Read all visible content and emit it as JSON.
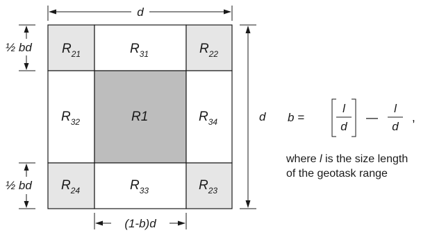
{
  "dimensions": {
    "top": "d",
    "right": "d",
    "bottom": "(1-b)d",
    "left_top": "½ bd",
    "left_bottom": "½ bd"
  },
  "regions": {
    "center": "R1",
    "corner_top_left": {
      "base": "R",
      "sub": "21"
    },
    "corner_top_right": {
      "base": "R",
      "sub": "22"
    },
    "corner_bottom_right": {
      "base": "R",
      "sub": "23"
    },
    "corner_bottom_left": {
      "base": "R",
      "sub": "24"
    },
    "edge_top": {
      "base": "R",
      "sub": "31"
    },
    "edge_left": {
      "base": "R",
      "sub": "32"
    },
    "edge_bottom": {
      "base": "R",
      "sub": "33"
    },
    "edge_right": {
      "base": "R",
      "sub": "34"
    }
  },
  "formula": {
    "lhs": "b =",
    "num": "l",
    "den": "d",
    "minus": "—",
    "comma": ","
  },
  "note": {
    "prefix": "where ",
    "var": "l",
    "line1_rest": " is the size length",
    "line2": "of the geotask range"
  },
  "colors": {
    "corner_fill": "#e6e6e6",
    "center_fill": "#bdbdbd",
    "edge_fill": "#ffffff",
    "ink": "#1a1a1a"
  }
}
